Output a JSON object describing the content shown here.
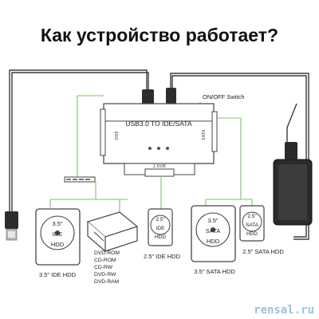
{
  "title": "Как устройство работает?",
  "device_label": "USB3.0 TO IDE/SATA",
  "port_label_left": "2IDE",
  "port_label_right": "SATA",
  "port_label_bottom": "2.5IDE",
  "switch_label": "ON/OFF Switch",
  "drives": {
    "ide35": {
      "badge": "3.5\"",
      "name1": "IDE",
      "name2": "HDD",
      "caption": "3.5\" IDE HDD"
    },
    "optical": {
      "items": [
        "DVD-ROM",
        "CD-ROM",
        "CD-RW",
        "DVD-RW",
        "DVD-RAM"
      ]
    },
    "ide25": {
      "badge": "2.5\"",
      "name1": "IDE",
      "name2": "HDD",
      "caption": "2.5\" IDE HDD"
    },
    "sata35": {
      "badge": "3.5\"",
      "name1": "SATA",
      "name2": "HDD",
      "caption": "3.5\" SATA HDD"
    },
    "sata25": {
      "badge": "2.5\"",
      "name1": "SATA",
      "name2": "HDD",
      "caption": "2.5\" SATA HDD"
    }
  },
  "watermark": "rensal.ru",
  "colors": {
    "cable": "#3a3a3a",
    "link": "#7cc36a",
    "watermark": "#9ac3e0",
    "device": "#ffffff"
  }
}
